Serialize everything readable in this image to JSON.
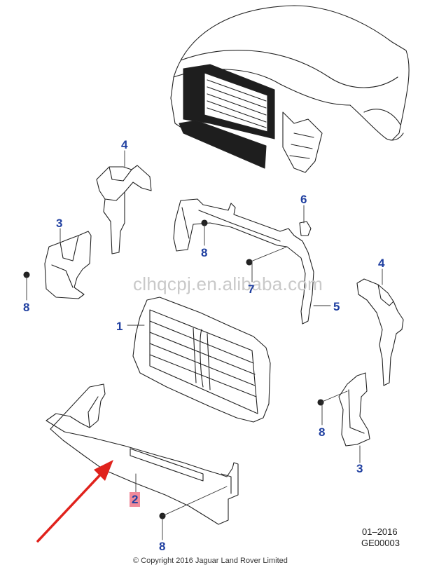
{
  "callouts": {
    "c4_top": "4",
    "c6": "6",
    "c3_left": "3",
    "c8_mid": "8",
    "c8_left": "8",
    "c4_right": "4",
    "c7": "7",
    "c1": "1",
    "c5": "5",
    "c8_right": "8",
    "c3_right": "3",
    "c2": "2",
    "c8_bottom": "8"
  },
  "watermark": "clhqcpj.en.alibaba.com",
  "date_code": "01–2016",
  "figure_code": "GE00003",
  "copyright": "© Copyright  2016  Jaguar Land Rover Limited",
  "colors": {
    "callout": "#1f3fa0",
    "highlight": "#f08a9a",
    "arrow": "#e0221c",
    "line": "#222222"
  }
}
